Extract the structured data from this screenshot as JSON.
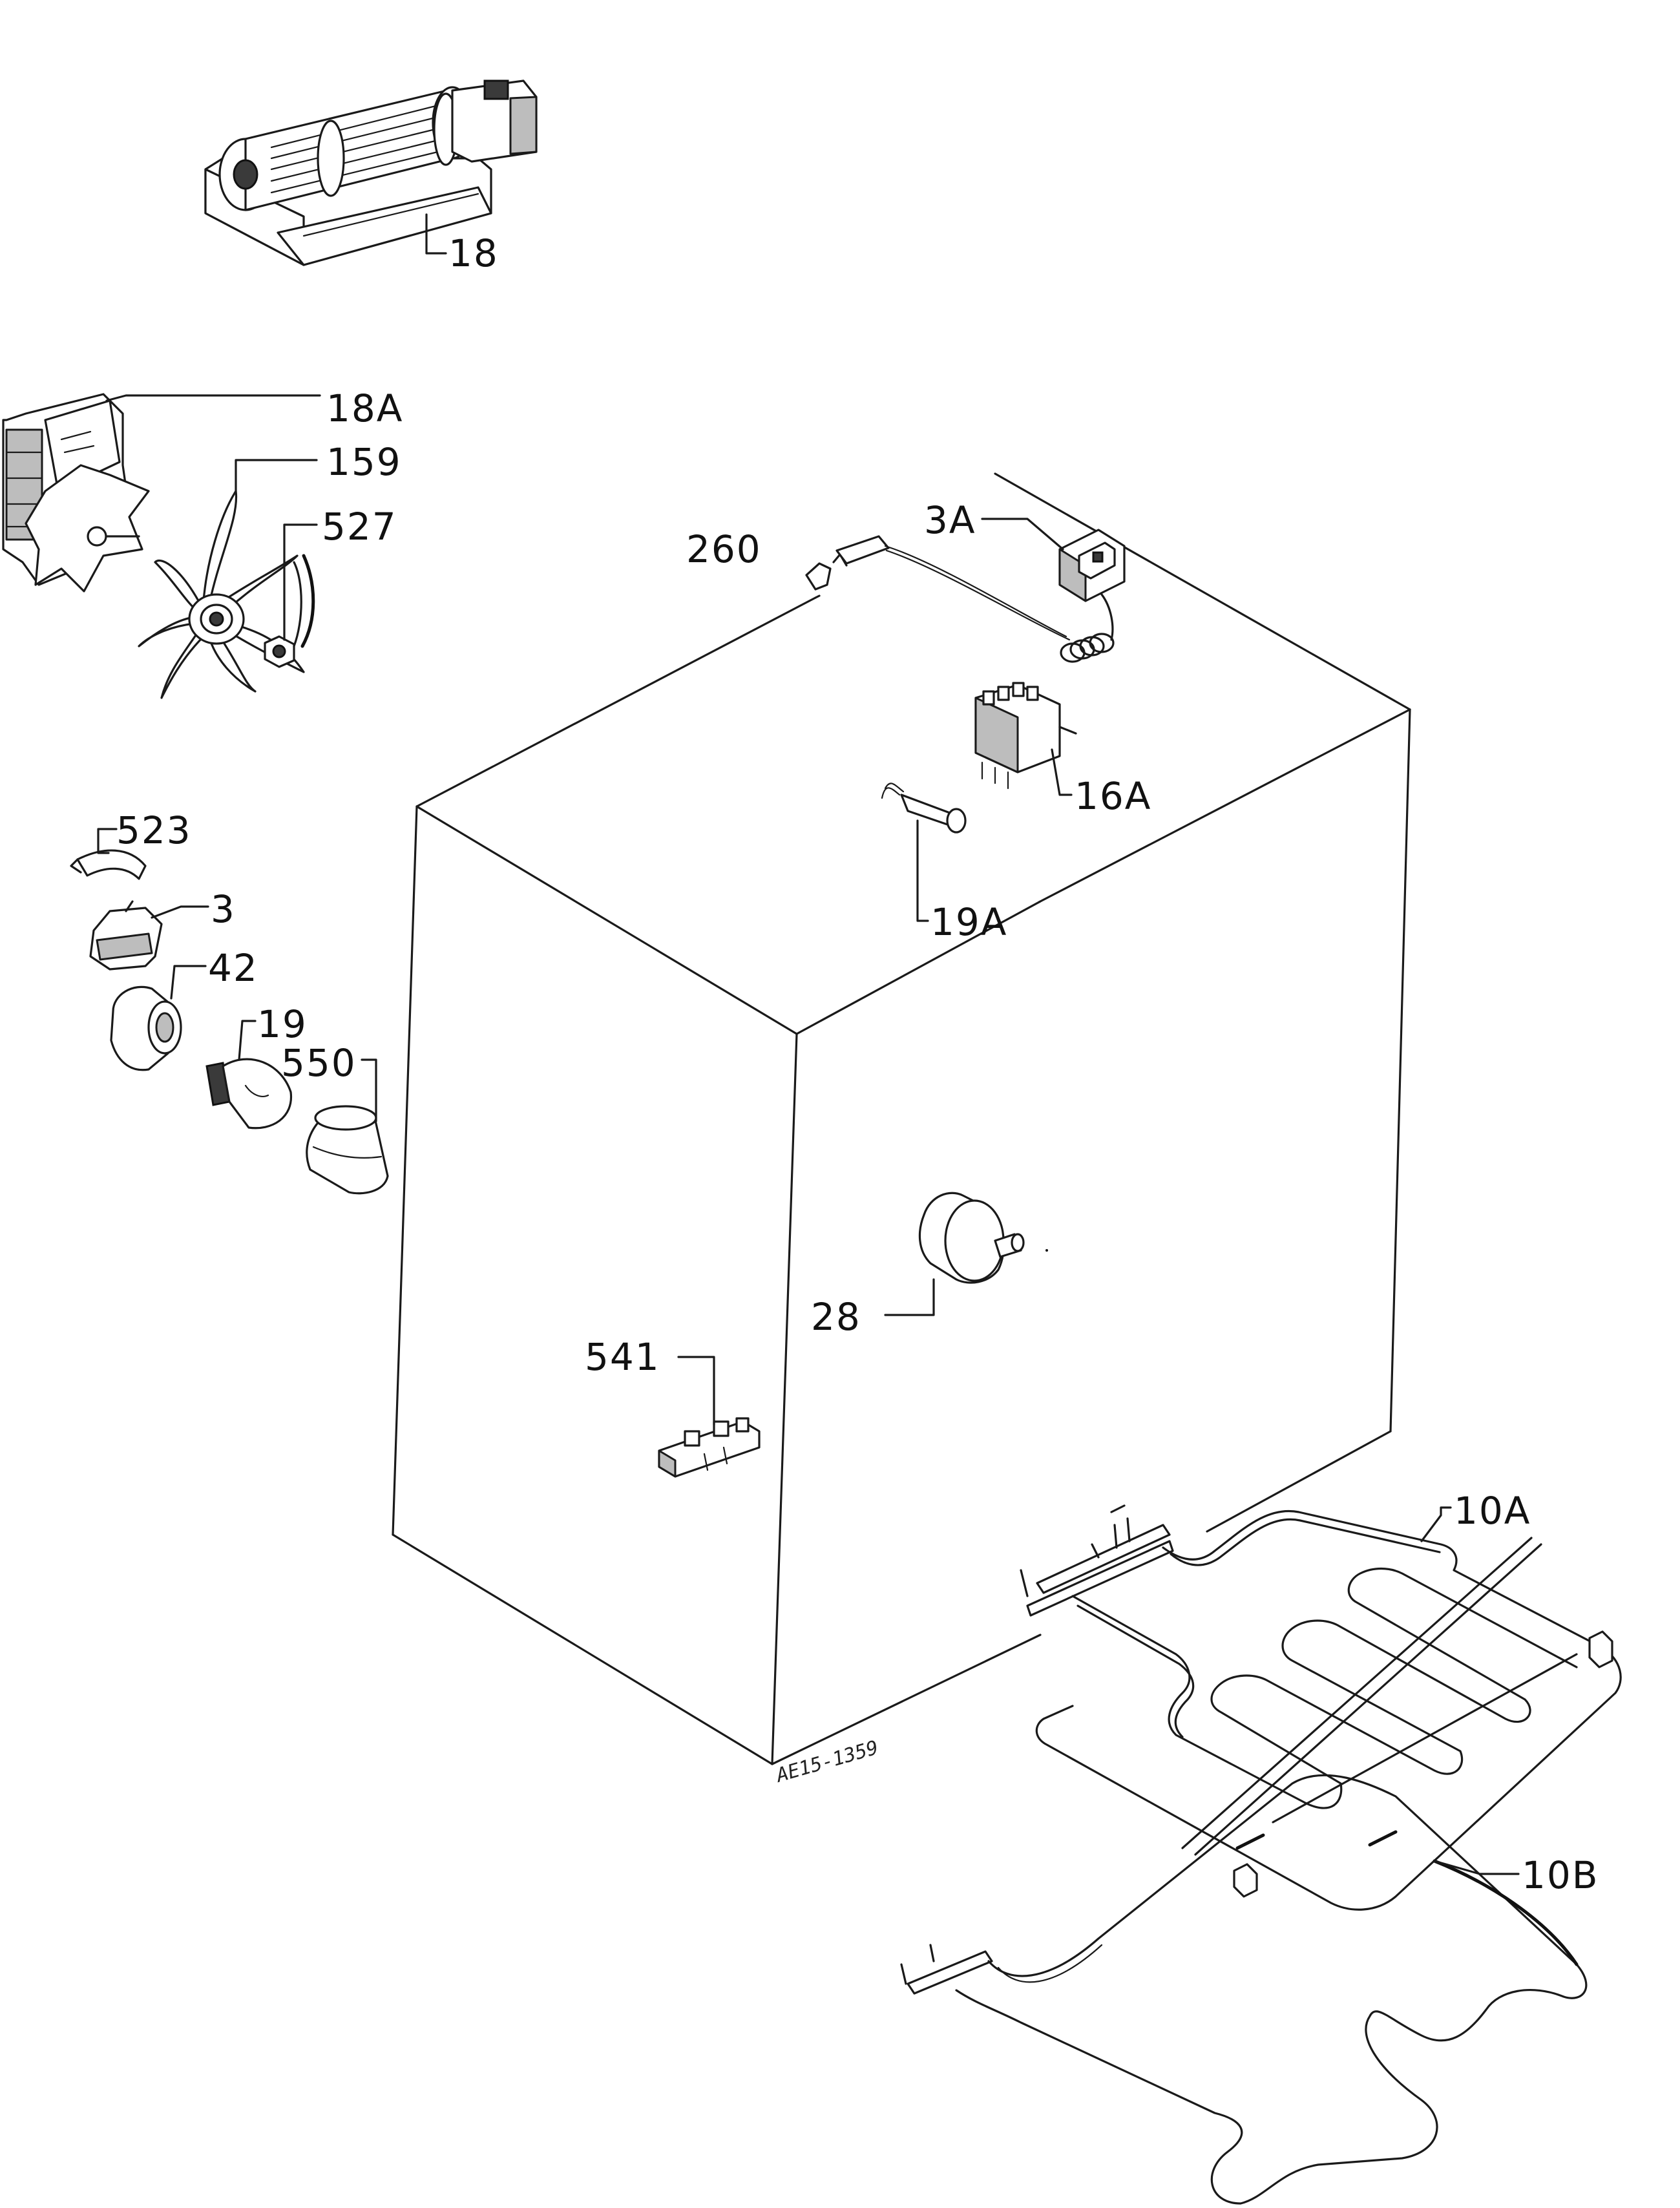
{
  "labels": {
    "p18": "18",
    "p18a": "18A",
    "p159": "159",
    "p527": "527",
    "p260": "260",
    "p3a": "3A",
    "p16a": "16A",
    "p19a": "19A",
    "p523": "523",
    "p3": "3",
    "p42": "42",
    "p19": "19",
    "p550": "550",
    "p28": "28",
    "p541": "541",
    "p10a": "10A",
    "p10b": "10B"
  },
  "drawing_code": "AE15-1359"
}
